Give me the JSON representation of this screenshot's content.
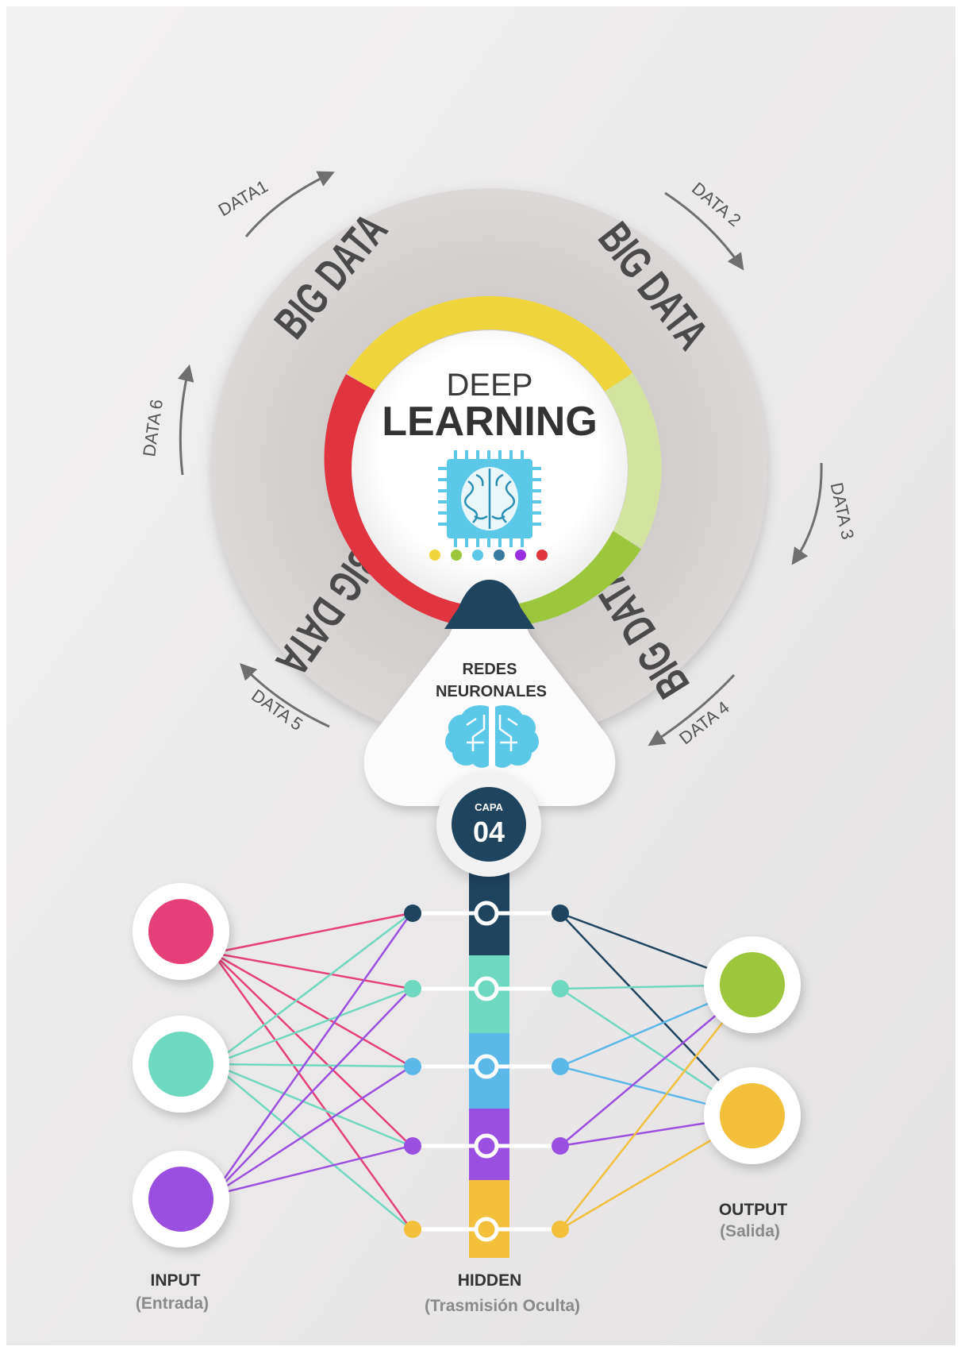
{
  "center": {
    "line1": "DEEP",
    "line2": "LEARNING"
  },
  "ring_words": [
    "BIG DATA",
    "BIG DATA",
    "BIG DATA",
    "BIG DATA"
  ],
  "flows": [
    "DATA1",
    "DATA 2",
    "DATA 3",
    "DATA 4",
    "DATA 5",
    "DATA 6"
  ],
  "redes": {
    "line1": "REDES",
    "line2": "NEURONALES"
  },
  "capa": {
    "label": "CAPA",
    "number": "04"
  },
  "layers": {
    "input": {
      "title": "INPUT",
      "subtitle": "(Entrada)"
    },
    "hidden": {
      "title": "HIDDEN",
      "subtitle": "(Trasmisión Oculta)"
    },
    "output": {
      "title": "OUTPUT",
      "subtitle": "(Salida)"
    }
  },
  "colors": {
    "navy": "#1f4460",
    "red": "#e0343f",
    "yellow": "#f0d43c",
    "lime": "#d3e4a0",
    "green": "#9cc63c",
    "pink": "#e6407a",
    "teal": "#6fd8c0",
    "purple": "#9b4fe0",
    "orange": "#f3c03c",
    "blue": "#5bb8e8",
    "chip": "#5cc8e8"
  },
  "icons": [
    "brain-chip-icon",
    "brain-circuit-icon"
  ]
}
